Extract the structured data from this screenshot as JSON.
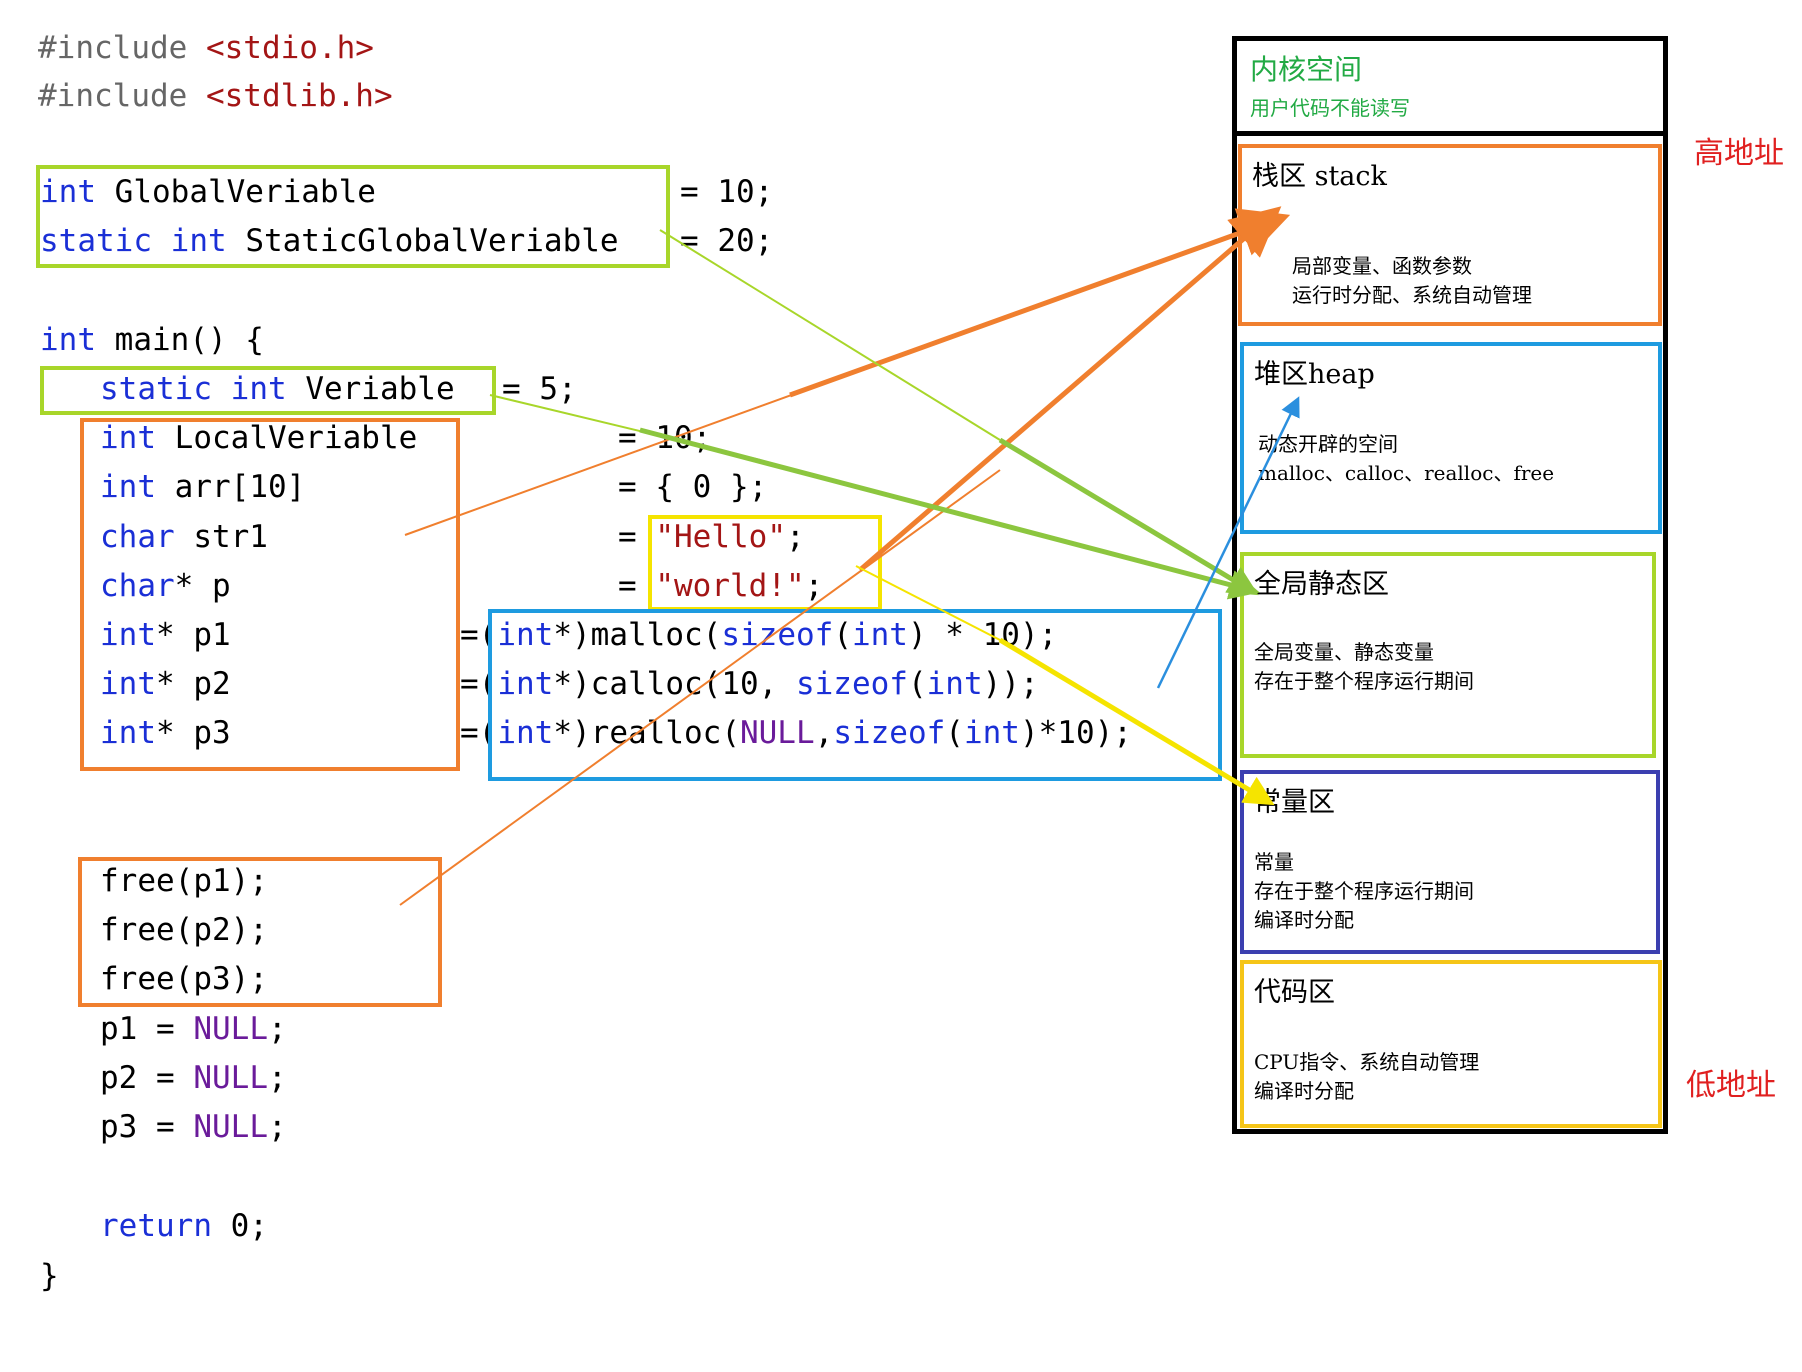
{
  "code": {
    "include1": {
      "kw": "#include",
      "hdr": "<stdio.h>"
    },
    "include2": {
      "kw": "#include",
      "hdr": "<stdlib.h>"
    },
    "global1": {
      "type": "int",
      "name": " GlobalVeriable",
      "assign": "= 10;"
    },
    "global2": {
      "kw1": "static",
      "kw2": "int",
      "name": " StaticGlobalVeriable",
      "assign": "= 20;"
    },
    "main_sig": {
      "type": "int",
      "rest": " main() {"
    },
    "static_local": {
      "kw1": "static",
      "kw2": "int",
      "name": " Veriable",
      "assign": "= 5;"
    },
    "local1": {
      "type": "int",
      "name": " LocalVeriable",
      "assign": "= 10;"
    },
    "local2": {
      "type": "int",
      "name": " arr[10]",
      "assign": "= { 0 };"
    },
    "local3": {
      "type": "char",
      "name": " str1",
      "eq": "=",
      "str": "\"Hello\"",
      "tail": ";"
    },
    "local4": {
      "type": "char",
      "name": "* p",
      "eq": "=",
      "str": "\"world!\"",
      "tail": ";"
    },
    "p1": {
      "type": "int",
      "name": "* p1",
      "eq": "=",
      "cast_kw": "int",
      "cast_rest": "*)malloc(",
      "sizeof": "sizeof",
      "arg_kw": "int",
      "tail": ") * 10);"
    },
    "p2": {
      "type": "int",
      "name": "* p2",
      "eq": "=",
      "cast_kw": "int",
      "cast_rest": "*)calloc(10, ",
      "sizeof": "sizeof",
      "arg_kw": "int",
      "tail": "));"
    },
    "p3": {
      "type": "int",
      "name": "* p3",
      "eq": "=",
      "cast_kw": "int",
      "cast_rest": "*)realloc(",
      "null": "NULL",
      "comma": ",",
      "sizeof": "sizeof",
      "arg_kw": "int",
      "tail": ")*10);"
    },
    "free1": "free(p1);",
    "free2": "free(p2);",
    "free3": "free(p3);",
    "null1": {
      "lhs": "p1 = ",
      "null": "NULL",
      "tail": ";"
    },
    "null2": {
      "lhs": "p2 = ",
      "null": "NULL",
      "tail": ";"
    },
    "null3": {
      "lhs": "p3 = ",
      "null": "NULL",
      "tail": ";"
    },
    "ret": {
      "kw": "return",
      "rest": " 0;"
    },
    "close": "}"
  },
  "memory": {
    "kernel": {
      "title": "内核空间",
      "desc": "用户代码不能读写",
      "color": "#22aa44"
    },
    "stack": {
      "title": "栈区 stack",
      "desc": "局部变量、函数参数\n运行时分配、系统自动管理",
      "color": "#f07f2e"
    },
    "heap": {
      "title": "堆区heap",
      "desc": "动态开辟的空间\nmalloc、calloc、realloc、free",
      "color": "#1e9be0"
    },
    "global_static": {
      "title": "全局静态区",
      "desc": "全局变量、静态变量\n存在于整个程序运行期间",
      "color": "#a8d62a"
    },
    "constant": {
      "title": "常量区",
      "desc": "常量\n存在于整个程序运行期间\n编译时分配",
      "color": "#3b3fb0"
    },
    "code": {
      "title": "代码区",
      "desc": "CPU指令、系统自动管理\n编译时分配",
      "color": "#f5c518"
    }
  },
  "labels": {
    "high": "高地址",
    "low": "低地址",
    "label_color": "#e02020"
  }
}
